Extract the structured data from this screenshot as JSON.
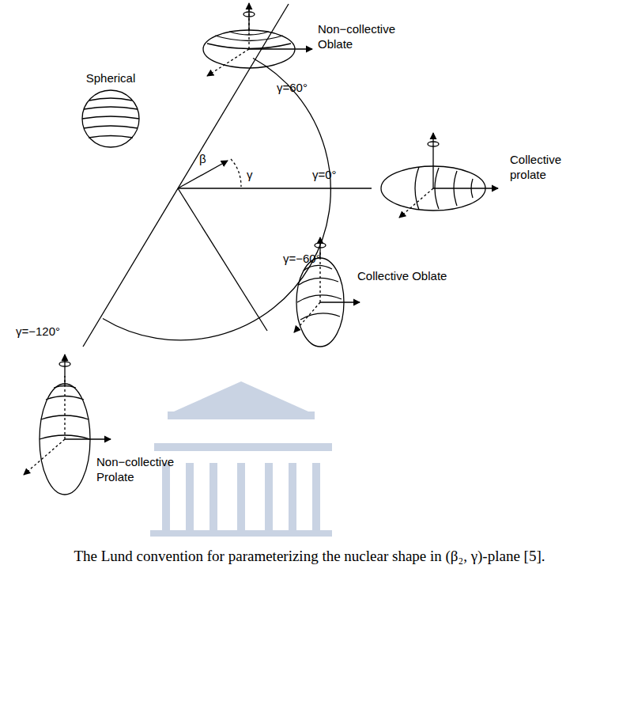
{
  "diagram": {
    "caption": "The Lund convention for parameterizing the nuclear shape in (β₂, γ)-plane [5].",
    "labels": [
      "Non−collective Oblate",
      "γ=60°",
      "Spherical",
      "β",
      "γ",
      "γ=0°",
      "Collective prolate",
      "γ=−60°",
      "Collective Oblate",
      "γ=−120°",
      "Non−collective Prolate"
    ]
  }
}
